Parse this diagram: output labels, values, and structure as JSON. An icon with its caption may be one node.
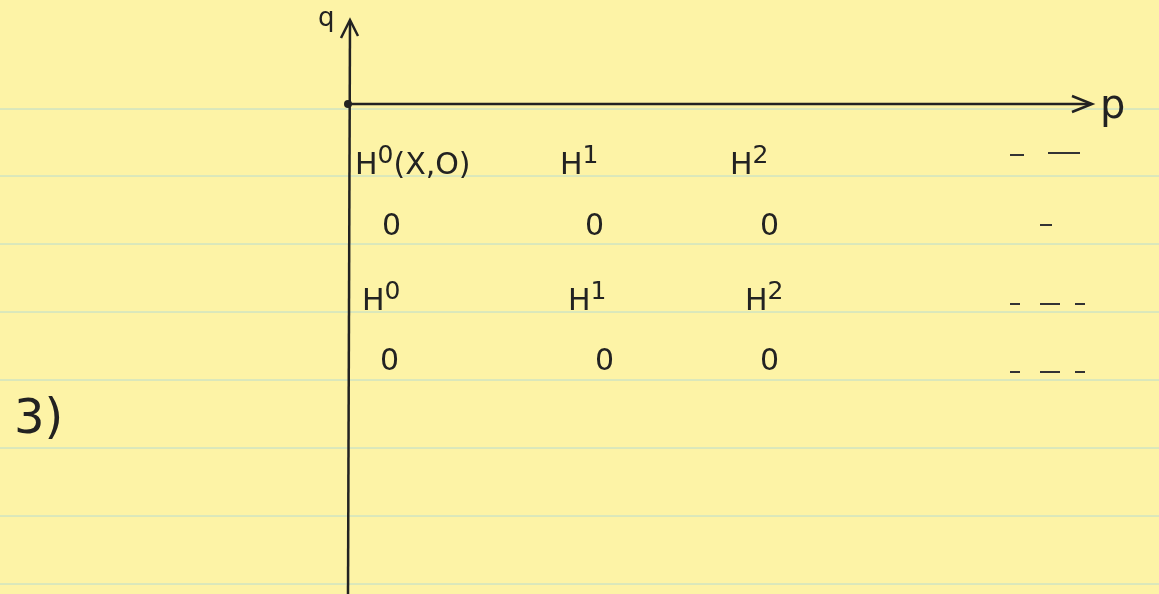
{
  "diagram": {
    "labels": [
      "q",
      "p",
      "H$^{0}$(X,O)",
      "H$^{1}$",
      "H$^{2}$",
      "0",
      "0",
      "0",
      "3)",
      "H$^{0}$",
      "H$^{1}$",
      "H$^{2}$",
      "0",
      "0",
      "0"
    ]
  }
}
